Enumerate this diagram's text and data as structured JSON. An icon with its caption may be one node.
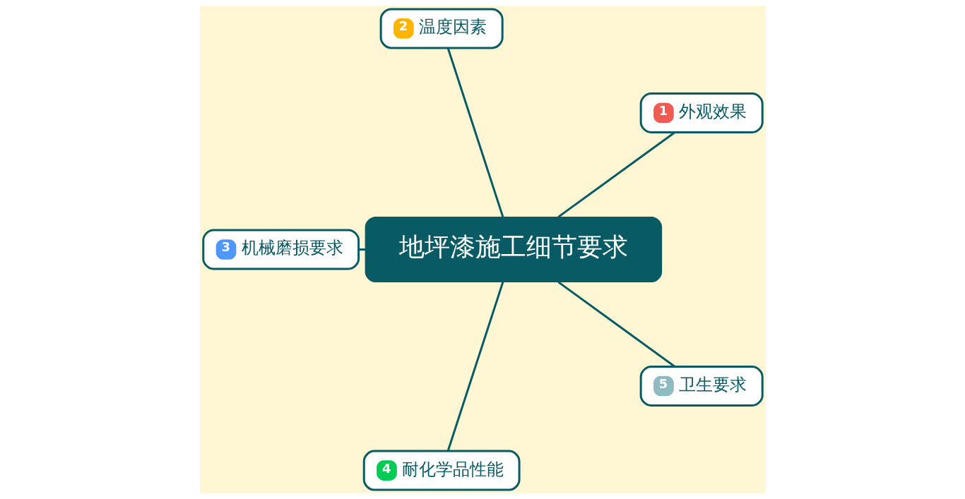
{
  "diagram": {
    "nodes": [
      {
        "text": [
          "地坪漆施工细节要求"
        ]
      },
      {
        "text": [
          "1",
          "外观效果"
        ]
      },
      {
        "text": [
          "2",
          "温度因素"
        ]
      },
      {
        "text": [
          "3",
          "机械磨损要求"
        ]
      },
      {
        "text": [
          "4",
          "耐化学品性能"
        ]
      },
      {
        "text": [
          "5",
          "卫生要求"
        ]
      }
    ],
    "edges": [
      {
        "from": 0,
        "to": 1,
        "arrow": "none"
      },
      {
        "from": 0,
        "to": 2,
        "arrow": "none"
      },
      {
        "from": 0,
        "to": 3,
        "arrow": "none"
      },
      {
        "from": 0,
        "to": 4,
        "arrow": "none"
      },
      {
        "from": 0,
        "to": 5,
        "arrow": "none"
      }
    ]
  }
}
